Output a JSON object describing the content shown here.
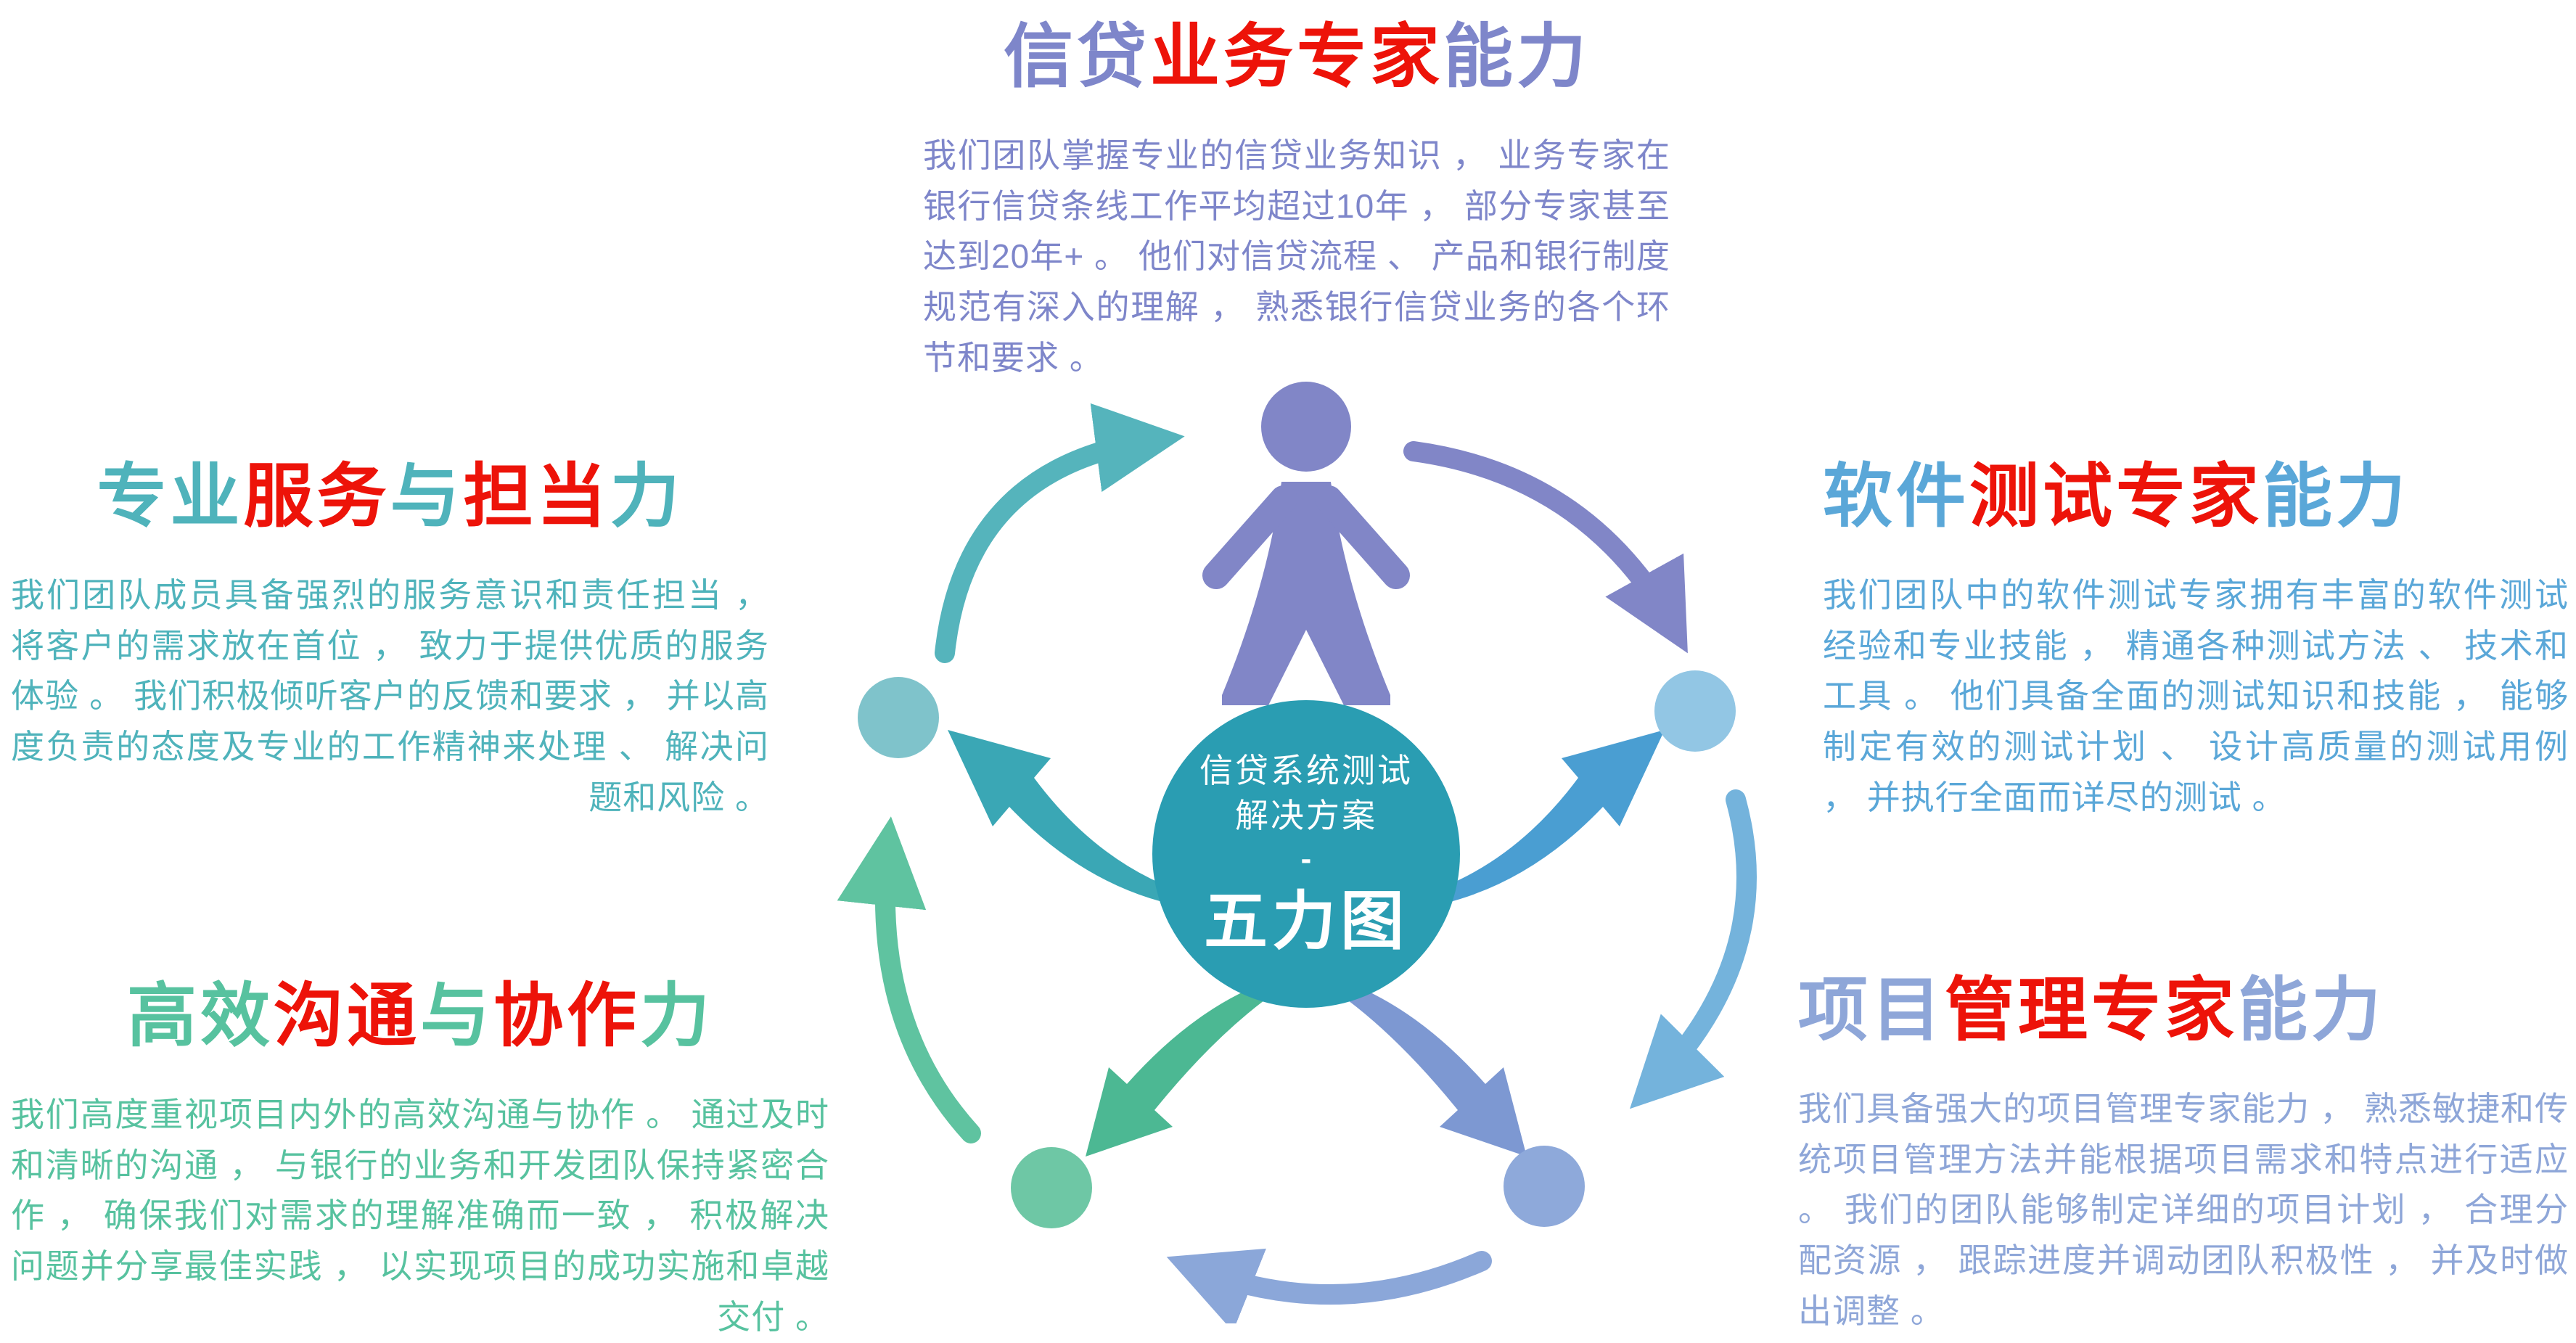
{
  "colors": {
    "red": "#ed1309",
    "purple": "#7e86ca",
    "teal": "#4fb3bb",
    "blue": "#5aa7d8",
    "green": "#57c29f",
    "periwinkle": "#8ea6d8",
    "center_circle": "#2a9db2",
    "center_text": "#ffffff",
    "person": "#8186c7",
    "dot_left": "#7fc3cb",
    "dot_right": "#92c6e4",
    "dot_bottom_left": "#6ec7a5",
    "dot_bottom_right": "#8ea9da",
    "swoosh_left": "#3aa7b5",
    "swoosh_right": "#4a9ed2",
    "swoosh_bottom_left": "#4cb893",
    "swoosh_bottom_right": "#7d98d2",
    "arc_top_right": "#8186c7",
    "arc_right": "#74b3dc",
    "arc_bottom": "#8ba7d9",
    "arc_left_lower": "#5fc3a0",
    "arc_left_upper": "#55b4bc"
  },
  "center": {
    "line1": "信贷系统测试",
    "line2": "解决方案",
    "separator": "-",
    "label": "五力图"
  },
  "blocks": {
    "credit_business": {
      "title_segments": [
        {
          "text": "信贷",
          "color": "purple"
        },
        {
          "text": "业务专家",
          "color": "red"
        },
        {
          "text": "能力",
          "color": "purple"
        }
      ],
      "body": "我们团队掌握专业的信贷业务知识 ， 业务专家在银行信贷条线工作平均超过10年 ， 部分专家甚至达到20年+ 。 他们对信贷流程 、 产品和银行制度规范有深入的理解 ， 熟悉银行信贷业务的各个环节和要求 。"
    },
    "service": {
      "title_segments": [
        {
          "text": "专业",
          "color": "teal"
        },
        {
          "text": "服务",
          "color": "red"
        },
        {
          "text": "与",
          "color": "teal"
        },
        {
          "text": "担当",
          "color": "red"
        },
        {
          "text": "力",
          "color": "teal"
        }
      ],
      "body": "我们团队成员具备强烈的服务意识和责任担当 ， 将客户的需求放在首位 ， 致力于提供优质的服务体验 。 我们积极倾听客户的反馈和要求 ， 并以高度负责的态度及专业的工作精神来处理 、 解决问题和风险 。"
    },
    "software_testing": {
      "title_segments": [
        {
          "text": "软件",
          "color": "blue"
        },
        {
          "text": "测试专家",
          "color": "red"
        },
        {
          "text": "能力",
          "color": "blue"
        }
      ],
      "body": "我们团队中的软件测试专家拥有丰富的软件测试经验和专业技能 ， 精通各种测试方法 、 技术和工具 。 他们具备全面的测试知识和技能 ， 能够制定有效的测试计划 、 设计高质量的测试用例 ， 并执行全面而详尽的测试 。"
    },
    "communication": {
      "title_segments": [
        {
          "text": "高效",
          "color": "green"
        },
        {
          "text": "沟通",
          "color": "red"
        },
        {
          "text": "与",
          "color": "green"
        },
        {
          "text": "协作",
          "color": "red"
        },
        {
          "text": "力",
          "color": "green"
        }
      ],
      "body": "我们高度重视项目内外的高效沟通与协作 。 通过及时和清晰的沟通 ， 与银行的业务和开发团队保持紧密合作 ， 确保我们对需求的理解准确而一致 ， 积极解决问题并分享最佳实践 ， 以实现项目的成功实施和卓越交付 。"
    },
    "project_management": {
      "title_segments": [
        {
          "text": "项目",
          "color": "periwinkle"
        },
        {
          "text": "管理专家",
          "color": "red"
        },
        {
          "text": "能力",
          "color": "periwinkle"
        }
      ],
      "body": "我们具备强大的项目管理专家能力 ， 熟悉敏捷和传统项目管理方法并能根据项目需求和特点进行适应 。 我们的团队能够制定详细的项目计划 ， 合理分配资源 ， 跟踪进度并调动团队积极性 ， 并及时做出调整 。"
    }
  }
}
